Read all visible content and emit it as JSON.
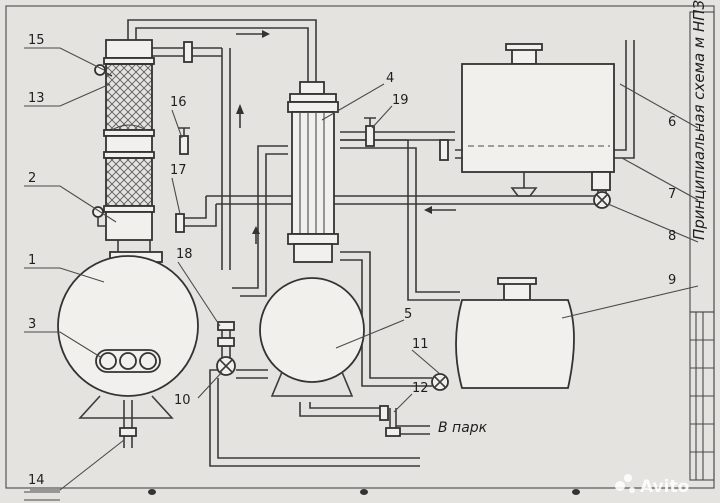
{
  "sheet": {
    "title": "Принципиальная схема м НПЗ"
  },
  "labels": {
    "1": "1",
    "2": "2",
    "3": "3",
    "4": "4",
    "5": "5",
    "6": "6",
    "7": "7",
    "8": "8",
    "9": "9",
    "10": "10",
    "11": "11",
    "12": "12",
    "13": "13",
    "14": "14",
    "15": "15",
    "16": "16",
    "17": "17",
    "18": "18",
    "19": "19"
  },
  "notes": {
    "to_park": "В парк"
  },
  "watermark": {
    "text": "Avito"
  }
}
